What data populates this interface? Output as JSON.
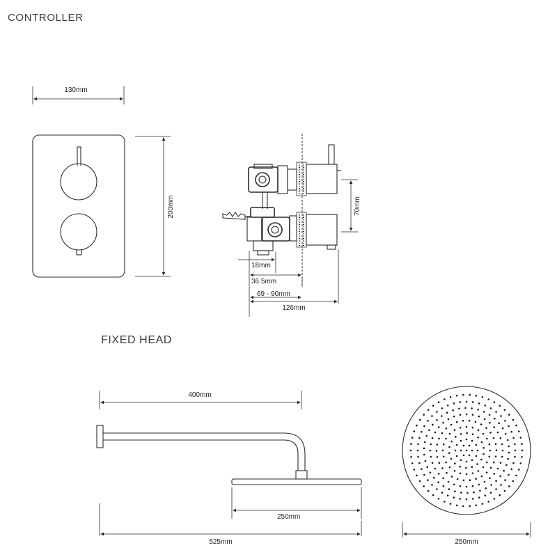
{
  "sections": {
    "controller_title": "CONTROLLER",
    "fixed_head_title": "FIXED HEAD"
  },
  "controller": {
    "plate_width": "130mm",
    "plate_height": "200mm",
    "body_spacing": "70mm",
    "depth_min": "18mm",
    "depth_mid": "36.5mm",
    "depth_range": "69 - 90mm",
    "depth_total": "126mm"
  },
  "fixed_head": {
    "arm_projection": "400mm",
    "head_diameter_side": "250mm",
    "overall_length": "525mm",
    "head_diameter_top": "250mm"
  }
}
